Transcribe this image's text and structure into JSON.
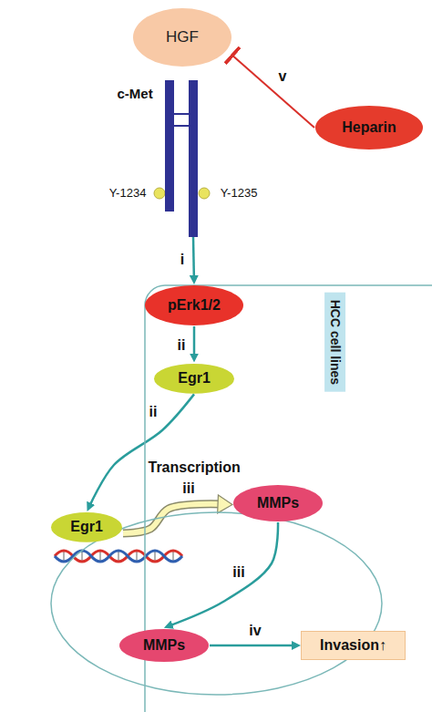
{
  "diagram": {
    "nodes": [
      {
        "text": [
          "HGF"
        ]
      },
      {
        "text": [
          "Heparin"
        ]
      },
      {
        "text": [
          "c-Met"
        ]
      },
      {
        "text": [
          "HCC cell lines"
        ]
      },
      {
        "text": [
          "pErk1/2"
        ],
        "in": 3
      },
      {
        "text": [
          "Egr1"
        ],
        "in": 3
      },
      {
        "text": [
          "Transcription"
        ],
        "in": 3
      },
      {
        "text": [
          "Egr1"
        ],
        "in": 6
      },
      {
        "text": [
          "MMPs"
        ],
        "in": 6
      },
      {
        "text": [
          "MMPs"
        ],
        "in": 3
      },
      {
        "text": [
          "Invasion↑"
        ]
      }
    ],
    "edges": [
      {
        "from": 1,
        "to": 0,
        "arrow": "to",
        "label": "v"
      },
      {
        "from": 2,
        "to": 4,
        "arrow": "to",
        "label": "i"
      },
      {
        "from": 4,
        "to": 5,
        "arrow": "to",
        "label": "ii"
      },
      {
        "from": 5,
        "to": 7,
        "arrow": "to",
        "label": "ii"
      },
      {
        "from": 7,
        "to": 8,
        "arrow": "to",
        "label": "iii"
      },
      {
        "from": 8,
        "to": 9,
        "arrow": "to",
        "label": "iii"
      },
      {
        "from": 9,
        "to": 10,
        "arrow": "to",
        "label": "iv"
      }
    ],
    "labels": [
      "Y-1234",
      "Y-1235"
    ]
  }
}
